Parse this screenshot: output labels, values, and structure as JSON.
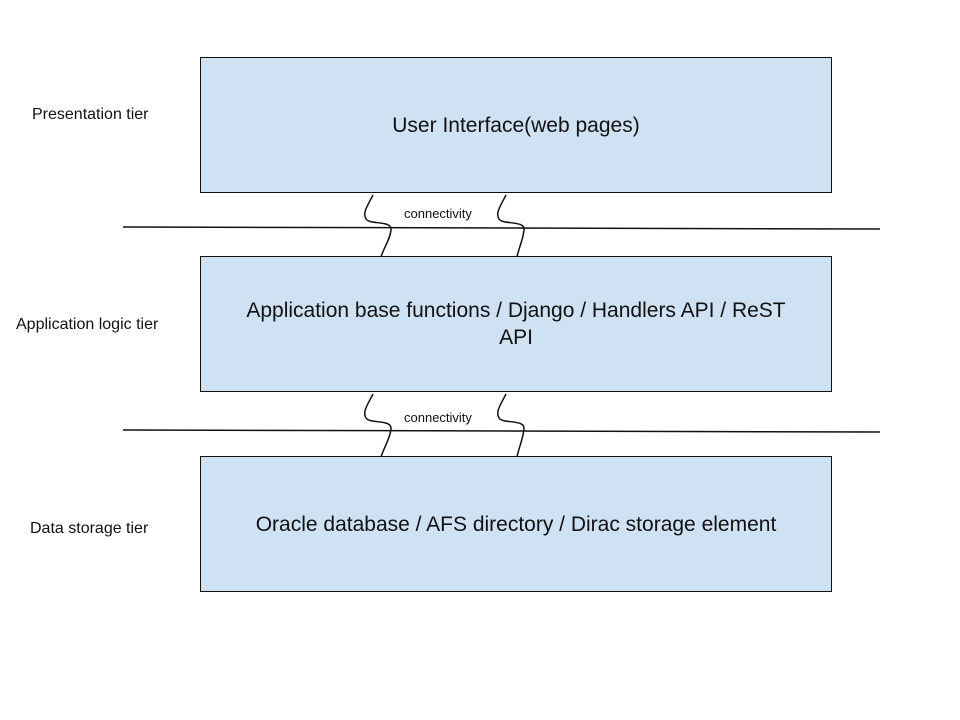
{
  "colors": {
    "box_fill": "#cfe2f3",
    "stroke": "#111111"
  },
  "tiers": [
    {
      "label": "Presentation tier",
      "box_text": "User Interface(web pages)"
    },
    {
      "label": "Application logic tier",
      "box_text": "Application base functions / Django / Handlers API / ReST API"
    },
    {
      "label": "Data storage tier",
      "box_text": "Oracle database / AFS directory / Dirac storage element"
    }
  ],
  "connectors": [
    {
      "label": "connectivity"
    },
    {
      "label": "connectivity"
    }
  ]
}
